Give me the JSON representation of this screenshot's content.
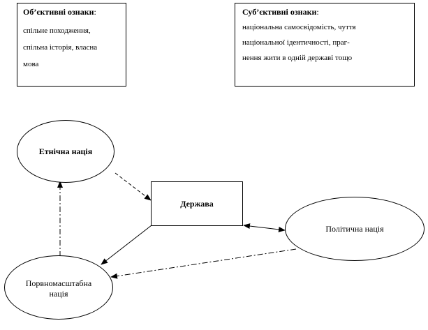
{
  "objective_box": {
    "title": "Об’єктивні ознаки",
    "colon": ":",
    "lines": [
      "спільне походження,",
      "спільна історія, власна",
      "мова"
    ]
  },
  "subjective_box": {
    "title": "Суб’єктивні ознаки",
    "colon": ":",
    "lines": [
      "національна самосвідомість, чуття",
      "національної ідентичності, праг-",
      "нення жити в одній державі тощо"
    ]
  },
  "nodes": {
    "ethnic_nation": "Етнічна нація",
    "state": "Держава",
    "political_nation": "Політична нація",
    "macro_nation_line1": "Порвномасштабна",
    "macro_nation_line2": "нація"
  },
  "edges": [
    {
      "from": "ethnic_nation",
      "to": "state",
      "style": "dashed",
      "head": "end"
    },
    {
      "from": "state",
      "to": "macro_nation",
      "style": "solid",
      "head": "end"
    },
    {
      "from": "political_nation",
      "to": "state",
      "style": "solid",
      "head": "both"
    },
    {
      "from": "political_nation",
      "to": "macro_nation",
      "style": "dashdot",
      "head": "end"
    },
    {
      "from": "macro_nation",
      "to": "ethnic_nation",
      "style": "dashdot",
      "head": "end"
    }
  ]
}
